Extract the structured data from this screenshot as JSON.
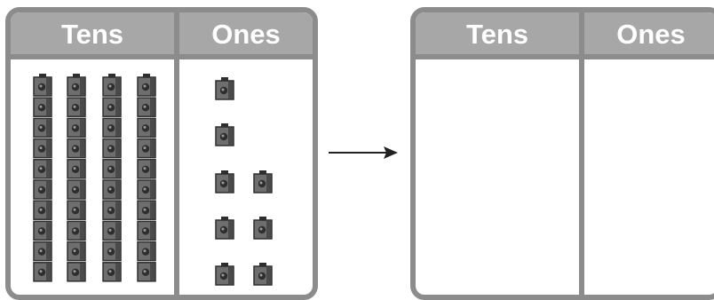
{
  "left_chart": {
    "tens_header": "Tens",
    "ones_header": "Ones",
    "tens_rods": 4,
    "cubes_per_rod": 10,
    "ones_cubes": 8
  },
  "right_chart": {
    "tens_header": "Tens",
    "ones_header": "Ones"
  },
  "colors": {
    "frame": "#8c8c8c",
    "header_fill": "#a7a7a7",
    "header_text": "#ffffff",
    "cube_face": "#6e6e6e",
    "cube_dark": "#2e2e2e"
  }
}
